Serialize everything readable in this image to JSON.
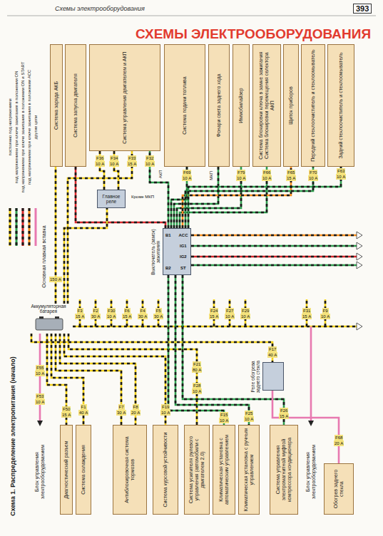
{
  "diagram": {
    "title": "СХЕМЫ ЭЛЕКТРООБОРУДОВАНИЯ",
    "caption": "Схема 1. Распределение электропитания (начало)",
    "nodes": [
      {
        "text": [
          "Система заряда АКБ"
        ]
      },
      {
        "text": [
          "Система запуска двигателя"
        ]
      },
      {
        "text": [
          "Система управления двигателем и АКП"
        ]
      },
      {
        "text": [
          "Система подачи топлива"
        ]
      },
      {
        "text": [
          "Фонари света заднего хода"
        ]
      },
      {
        "text": [
          "Иммобилайзер"
        ]
      },
      {
        "text": [
          "Система блокировки ключа в замке зажигания",
          "Система блокировки перемещения селектора АКП"
        ]
      },
      {
        "text": [
          "Щиток приборов"
        ]
      },
      {
        "text": [
          "Передний стеклоочиститель и стеклоомыватель"
        ]
      },
      {
        "text": [
          "Задний стеклоочиститель и стеклоомыватель"
        ]
      },
      {
        "text": [
          "Главное реле"
        ]
      },
      {
        "text": [
          "Выключатель (замок) зажигания"
        ]
      },
      {
        "text": [
          "Аккумуляторная батарея"
        ]
      },
      {
        "text": [
          "Реле обогрева заднего стекла"
        ]
      },
      {
        "text": [
          "Диагностический разъем"
        ]
      },
      {
        "text": [
          "Система охлаждения"
        ]
      },
      {
        "text": [
          "Антиблокировочная система тормозов"
        ]
      },
      {
        "text": [
          "Система курсовой устойчивости"
        ]
      },
      {
        "text": [
          "Система усилителя рулевого управления (автомобили с двигателем 2.0)"
        ]
      },
      {
        "text": [
          "Климатическая установка с автоматическим управлением"
        ]
      },
      {
        "text": [
          "Климатическая установка с ручным управлением"
        ]
      },
      {
        "text": [
          "Система управления электромагнитной муфтой компрессора кондиционера"
        ]
      },
      {
        "text": [
          "Обогрев заднего стекла"
        ]
      }
    ],
    "edges": [
      {
        "from": 12,
        "to": 0,
        "arrow": "none"
      },
      {
        "from": 11,
        "to": 1,
        "arrow": "none"
      },
      {
        "from": 12,
        "to": 10,
        "arrow": "none"
      },
      {
        "from": 10,
        "to": 2,
        "arrow": "none"
      },
      {
        "from": 10,
        "to": 2,
        "arrow": "none"
      },
      {
        "from": 12,
        "to": 2,
        "arrow": "none"
      },
      {
        "from": 11,
        "to": 2,
        "arrow": "none"
      },
      {
        "from": 11,
        "to": 3,
        "arrow": "none"
      },
      {
        "from": 11,
        "to": 4,
        "arrow": "none"
      },
      {
        "from": 11,
        "to": 5,
        "arrow": "none"
      },
      {
        "from": 11,
        "to": 6,
        "arrow": "none"
      },
      {
        "from": 11,
        "to": 7,
        "arrow": "none"
      },
      {
        "from": 11,
        "to": 8,
        "arrow": "none"
      },
      {
        "from": 11,
        "to": 9,
        "arrow": "none"
      },
      {
        "from": 12,
        "to": 14,
        "arrow": "none"
      },
      {
        "from": 12,
        "to": 15,
        "arrow": "none"
      },
      {
        "from": 12,
        "to": 16,
        "arrow": "none"
      },
      {
        "from": 12,
        "to": 16,
        "arrow": "none"
      },
      {
        "from": 12,
        "to": 17,
        "arrow": "none"
      },
      {
        "from": 12,
        "to": 18,
        "arrow": "none"
      },
      {
        "from": 11,
        "to": 19,
        "arrow": "none"
      },
      {
        "from": 11,
        "to": 20,
        "arrow": "none"
      },
      {
        "from": 11,
        "to": 21,
        "arrow": "none"
      },
      {
        "from": 12,
        "to": 13,
        "arrow": "none"
      },
      {
        "from": 13,
        "to": 22,
        "arrow": "none"
      }
    ],
    "labels": [
      "Схемы электрооборудования",
      "393",
      "Основная плавкая вставка",
      "Кроме МКП",
      "АКП",
      "МКП",
      "B1",
      "B2",
      "ACC",
      "IG1",
      "IG2",
      "ST",
      "Блок управления электрооборудованием",
      "Блок управления электрооборудованием",
      "150 А",
      "F36",
      "10 А",
      "F34",
      "10 А",
      "F33",
      "15 А",
      "F32",
      "10 А",
      "F69",
      "10 А",
      "F79",
      "10 А",
      "F66",
      "10 А",
      "F65",
      "15 А",
      "F70",
      "10 А",
      "F63",
      "10 А",
      "F3",
      "15 А",
      "F2",
      "30 А",
      "F30",
      "10 А",
      "F6",
      "15 А",
      "F4",
      "30 А",
      "F5",
      "30 А",
      "F24",
      "15 А",
      "F27",
      "10 А",
      "F29",
      "10 А",
      "F31",
      "15 А",
      "F9",
      "10 А",
      "F55",
      "10 А",
      "F53",
      "10 А",
      "F50",
      "15 А",
      "F1",
      "40 А",
      "F7",
      "30 А",
      "F8",
      "20 А",
      "F19",
      "10 А",
      "F21",
      "80 А",
      "F28",
      "10 А",
      "F15",
      "10 А",
      "F25",
      "10 А",
      "F26",
      "15 А",
      "F17",
      "40 А",
      "F68",
      "20 А"
    ],
    "legend": [
      {
        "text": "постоянно под напряжением"
      },
      {
        "text": "под напряжением при ключе зажигания в положении ON"
      },
      {
        "text": "под напряжением при ключе зажигания в положении ON и START"
      },
      {
        "text": "под напряжением при ключе зажигания в положении ACC"
      },
      {
        "text": "другие цепи"
      }
    ]
  }
}
